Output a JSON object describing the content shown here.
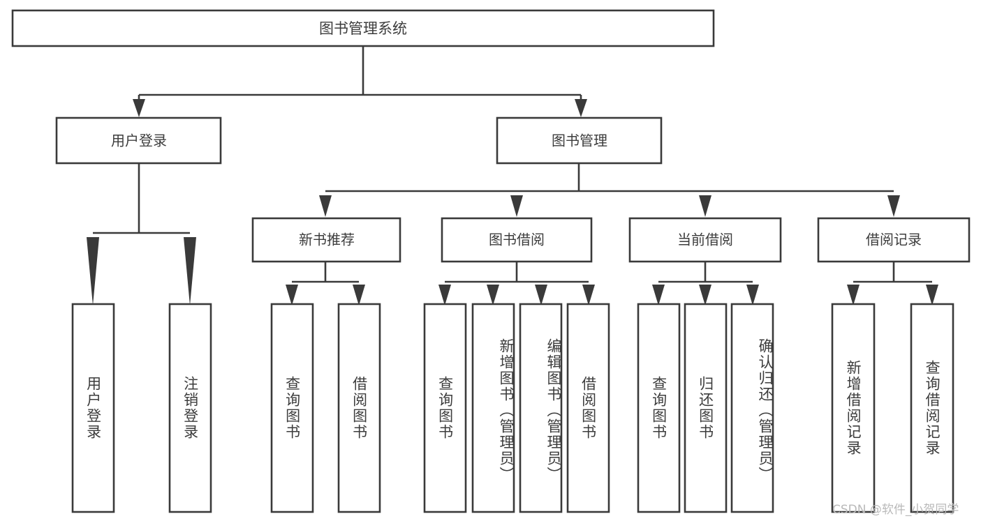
{
  "diagram": {
    "type": "tree-hierarchy",
    "title": "图书管理系统",
    "background_color": "#ffffff",
    "box_stroke_color": "#3a3a3a",
    "text_color": "#3c3c3c",
    "levels": {
      "root": {
        "label": "图书管理系统"
      },
      "level2": [
        {
          "label": "用户登录"
        },
        {
          "label": "图书管理"
        }
      ],
      "level3": [
        {
          "label": "新书推荐"
        },
        {
          "label": "图书借阅"
        },
        {
          "label": "当前借阅"
        },
        {
          "label": "借阅记录"
        }
      ],
      "leaves": [
        {
          "label": "用户登录",
          "parent": "用户登录"
        },
        {
          "label": "注销登录",
          "parent": "用户登录"
        },
        {
          "label": "查询图书",
          "parent": "新书推荐"
        },
        {
          "label": "借阅图书",
          "parent": "新书推荐"
        },
        {
          "label": "查询图书",
          "parent": "图书借阅"
        },
        {
          "label": "新增图书（管理员）",
          "parent": "图书借阅"
        },
        {
          "label": "编辑图书（管理员）",
          "parent": "图书借阅"
        },
        {
          "label": "借阅图书",
          "parent": "图书借阅"
        },
        {
          "label": "查询图书",
          "parent": "当前借阅"
        },
        {
          "label": "归还图书",
          "parent": "当前借阅"
        },
        {
          "label": "确认归还（管理员）",
          "parent": "当前借阅"
        },
        {
          "label": "新增借阅记录",
          "parent": "借阅记录"
        },
        {
          "label": "查询借阅记录",
          "parent": "借阅记录"
        }
      ]
    }
  },
  "watermark": {
    "text": "CSDN @软件_小贺同学"
  }
}
